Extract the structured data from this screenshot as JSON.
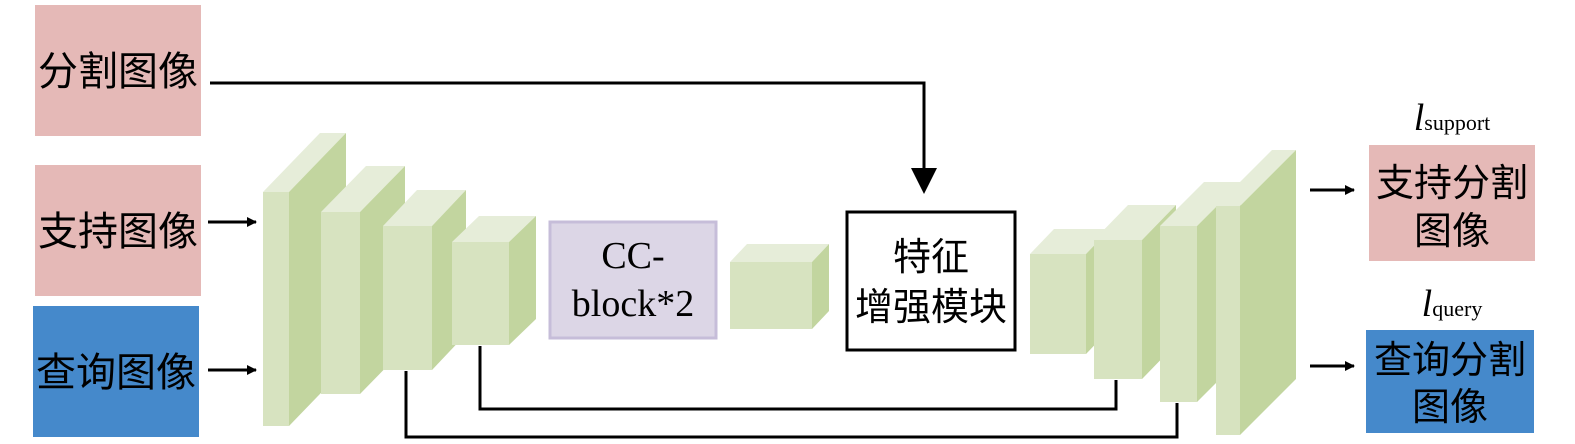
{
  "colors": {
    "support_box": "#e5b9b7",
    "query_box": "#4589cb",
    "cc_block_fill": "#dcd6e6",
    "cc_block_border": "#c6bdd9",
    "block_front": "#d7e3c0",
    "block_top": "#e6edd9",
    "block_side": "#c2d59f",
    "line": "#000000",
    "module_box": "#ffffff"
  },
  "inputs": {
    "segmentation_image": "分割图像",
    "support_image": "支持图像",
    "query_image": "查询图像"
  },
  "cc_block": {
    "line1": "CC-",
    "line2": "block*2"
  },
  "feature_module": {
    "line1": "特征",
    "line2": "增强模块"
  },
  "outputs": {
    "support": {
      "loss_symbol": "l",
      "loss_subscript": "support",
      "line1": "支持分割",
      "line2": "图像"
    },
    "query": {
      "loss_symbol": "l",
      "loss_subscript": "query",
      "line1": "查询分割",
      "line2": "图像"
    }
  },
  "encoder": {
    "block_count": 4
  },
  "decoder": {
    "block_count": 4
  },
  "skip_connections": [
    {
      "from": "encoder-block-3",
      "to": "decoder-block-3"
    },
    {
      "from": "encoder-block-4",
      "to": "decoder-block-2"
    }
  ]
}
